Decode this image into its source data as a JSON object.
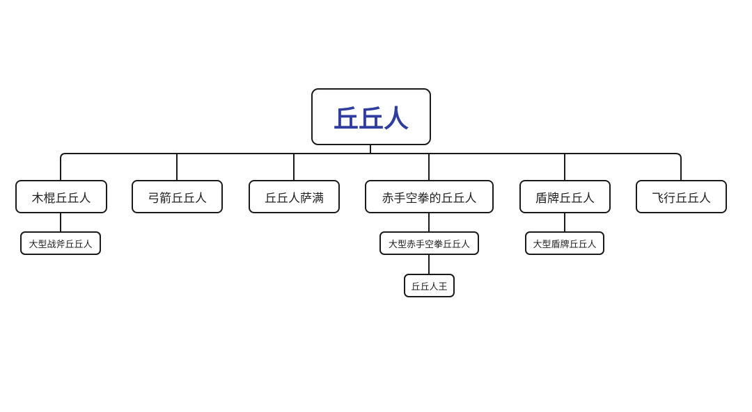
{
  "root": {
    "label": "丘丘人"
  },
  "branches": [
    {
      "label": "木棍丘丘人",
      "children": [
        {
          "label": "大型战斧丘丘人"
        }
      ]
    },
    {
      "label": "弓箭丘丘人",
      "children": []
    },
    {
      "label": "丘丘人萨满",
      "children": []
    },
    {
      "label": "赤手空拳的丘丘人",
      "children": [
        {
          "label": "大型赤手空拳丘丘人",
          "children": [
            {
              "label": "丘丘人王"
            }
          ]
        }
      ]
    },
    {
      "label": "盾牌丘丘人",
      "children": [
        {
          "label": "大型盾牌丘丘人"
        }
      ]
    },
    {
      "label": "飞行丘丘人",
      "children": []
    }
  ],
  "colors": {
    "root_text": "#2f3e9e",
    "line": "#1a1a1a",
    "text": "#1f1f1f"
  }
}
